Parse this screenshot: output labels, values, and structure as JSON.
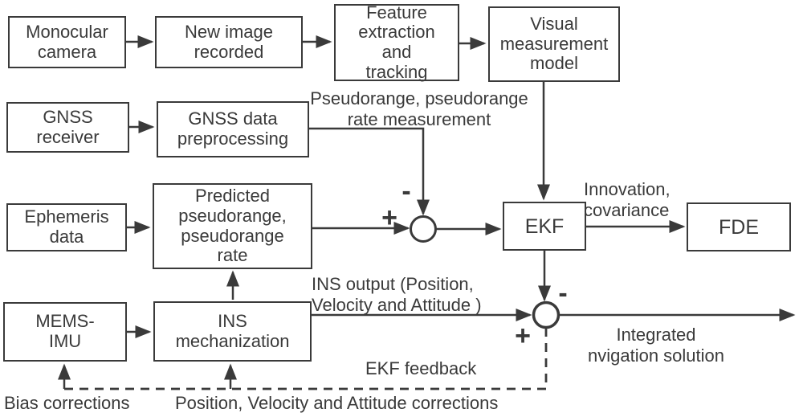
{
  "colors": {
    "line": "#3a3a3a",
    "text": "#3a3a3a",
    "background": "#ffffff"
  },
  "boxes": {
    "monocular_camera": "Monocular\ncamera",
    "new_image": "New image\nrecorded",
    "feature_extraction": "Feature\nextraction\nand\ntracking",
    "visual_model": "Visual\nmeasurement\nmodel",
    "gnss_receiver": "GNSS\nreceiver",
    "gnss_preprocessing": "GNSS data\npreprocessing",
    "ephemeris": "Ephemeris\ndata",
    "predicted": "Predicted\npseudorange,\npseudorange\nrate",
    "ekf": "EKF",
    "fde": "FDE",
    "mems_imu": "MEMS-\nIMU",
    "ins_mechanization": "INS\nmechanization"
  },
  "labels": {
    "pseudorange": "Pseudorange, pseudorange\nrate measurement",
    "innovation": "Innovation,\ncovariance",
    "ins_output": "INS output (Position,\nVelocity and Attitude )",
    "integrated": "Integrated\nnvigation solution",
    "ekf_feedback": "EKF feedback",
    "bias": "Bias corrections",
    "pva": "Position, Velocity and Attitude corrections"
  },
  "signs": {
    "sum1_minus": "-",
    "sum1_plus": "+",
    "sum2_minus": "-",
    "sum2_plus": "+"
  }
}
